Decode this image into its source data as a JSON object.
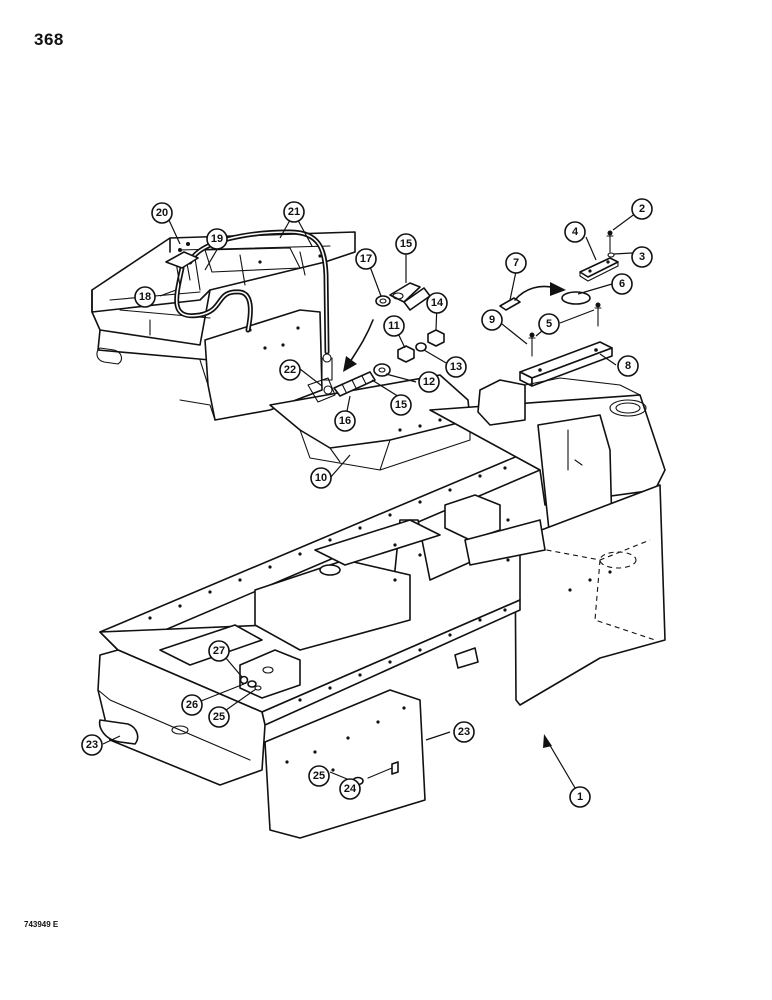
{
  "page": {
    "number": "368",
    "drawing_code": "743949 E"
  },
  "callouts": [
    {
      "id": "c1",
      "label": "1"
    },
    {
      "id": "c2",
      "label": "2"
    },
    {
      "id": "c3",
      "label": "3"
    },
    {
      "id": "c4",
      "label": "4"
    },
    {
      "id": "c5",
      "label": "5"
    },
    {
      "id": "c6",
      "label": "6"
    },
    {
      "id": "c7",
      "label": "7"
    },
    {
      "id": "c8",
      "label": "8"
    },
    {
      "id": "c9",
      "label": "9"
    },
    {
      "id": "c10",
      "label": "10"
    },
    {
      "id": "c11",
      "label": "11"
    },
    {
      "id": "c12",
      "label": "12"
    },
    {
      "id": "c13",
      "label": "13"
    },
    {
      "id": "c14",
      "label": "14"
    },
    {
      "id": "c15a",
      "label": "15"
    },
    {
      "id": "c15b",
      "label": "15"
    },
    {
      "id": "c16",
      "label": "16"
    },
    {
      "id": "c17",
      "label": "17"
    },
    {
      "id": "c18",
      "label": "18"
    },
    {
      "id": "c19",
      "label": "19"
    },
    {
      "id": "c20",
      "label": "20"
    },
    {
      "id": "c21",
      "label": "21"
    },
    {
      "id": "c22",
      "label": "22"
    },
    {
      "id": "c23a",
      "label": "23"
    },
    {
      "id": "c23b",
      "label": "23"
    },
    {
      "id": "c24",
      "label": "24"
    },
    {
      "id": "c25a",
      "label": "25"
    },
    {
      "id": "c25b",
      "label": "25"
    },
    {
      "id": "c26",
      "label": "26"
    },
    {
      "id": "c27",
      "label": "27"
    }
  ]
}
